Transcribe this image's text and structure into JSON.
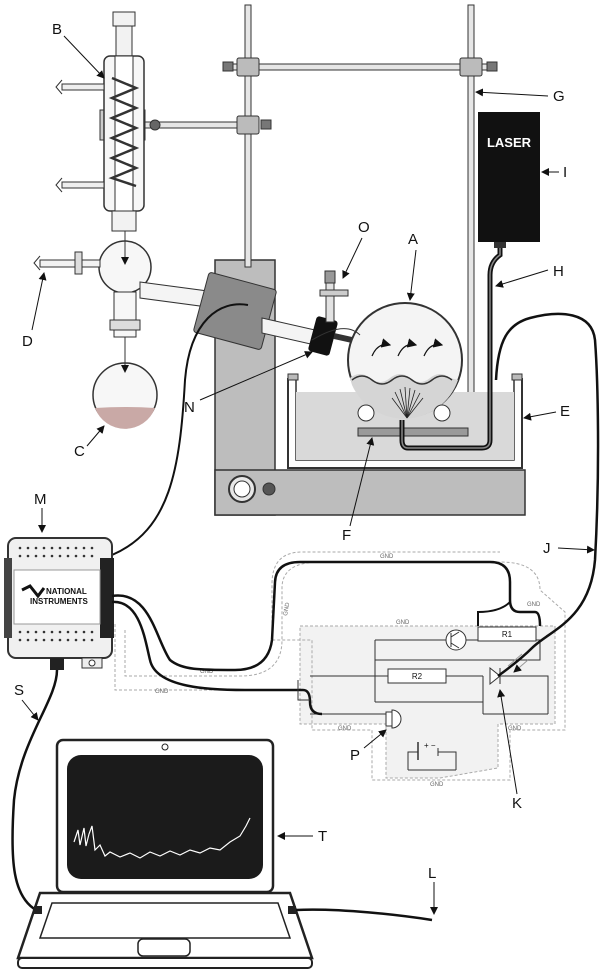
{
  "labels": {
    "A": "A",
    "B": "B",
    "C": "C",
    "D": "D",
    "E": "E",
    "F": "F",
    "G": "G",
    "H": "H",
    "I": "I",
    "J": "J",
    "K": "K",
    "L": "L",
    "M": "M",
    "N": "N",
    "O": "O",
    "P": "P",
    "S": "S",
    "T": "T"
  },
  "laser_text": "LASER",
  "daq_brand_line1": "NATIONAL",
  "daq_brand_line2": "INSTRUMENTS",
  "circuit": {
    "r1": "R1",
    "r2": "R2",
    "gnd": "GND",
    "battery": "+ −"
  },
  "colors": {
    "bath_liquid": "#d9d9d9",
    "stand_base": "#b0b0b0",
    "laser_box": "#111111",
    "screen_bg": "#1b1b1b",
    "signal": "#ffffff"
  }
}
